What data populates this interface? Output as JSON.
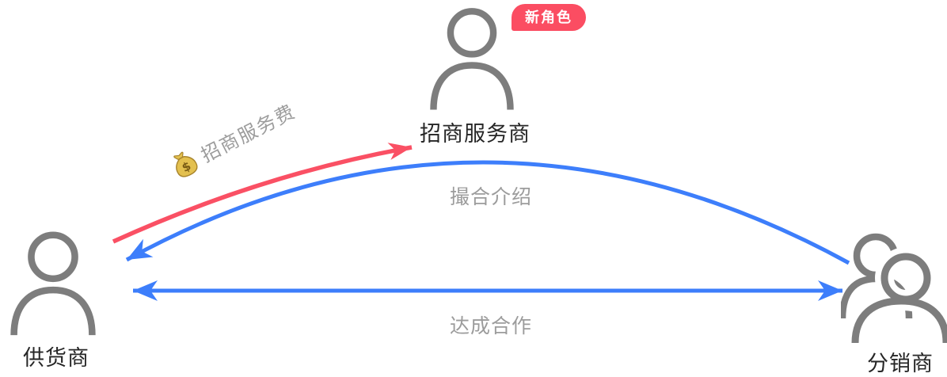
{
  "diagram": {
    "title": "supplier-distributor matchmaking diagram",
    "colors": {
      "arrow_red": "#fa5064",
      "arrow_blue": "#3d7efb",
      "icon_gray": "#7d7d7d",
      "node_label": "#262626",
      "edge_label": "#9c9c9c",
      "badge_bg": "#fb4d62",
      "badge_text": "#ffffff"
    },
    "nodes": {
      "service_provider": {
        "label": "招商服务商",
        "badge": "新角色",
        "icon": "person-icon"
      },
      "supplier": {
        "label": "供货商",
        "icon": "person-icon"
      },
      "distributor": {
        "label": "分销商",
        "icon": "people-icon"
      }
    },
    "edges": {
      "service_fee": {
        "label": "招商服务费",
        "icon": "money-bag-icon",
        "color": "#fa5064",
        "from": "supplier",
        "to": "service_provider",
        "style": "curved"
      },
      "matchmaking": {
        "label": "撮合介绍",
        "color": "#3d7efb",
        "from": "distributor",
        "to": "supplier",
        "style": "curved"
      },
      "cooperation": {
        "label": "达成合作",
        "color": "#3d7efb",
        "from": "supplier",
        "to": "distributor",
        "bidirectional": true,
        "style": "straight"
      }
    }
  }
}
